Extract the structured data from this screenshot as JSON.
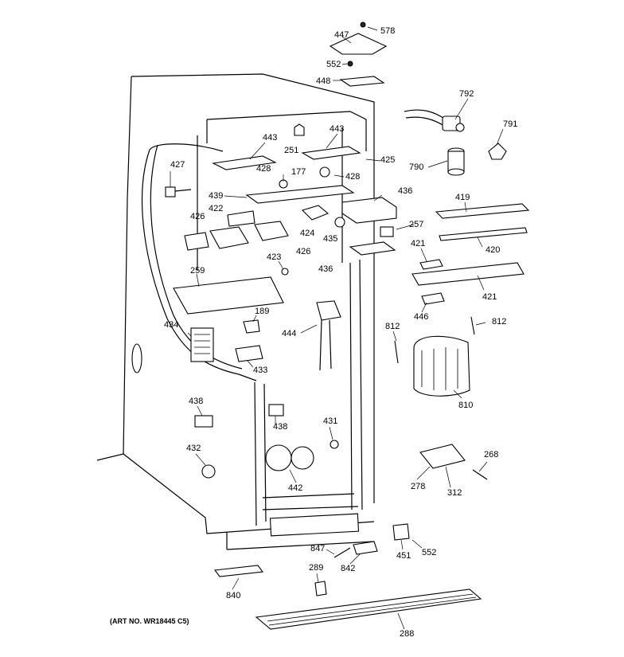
{
  "diagram": {
    "art_number": "(ART NO. WR18445 C5)",
    "callouts": {
      "c578": "578",
      "c447": "447",
      "c552a": "552",
      "c448": "448",
      "c792": "792",
      "c791": "791",
      "c790": "790",
      "c443a": "443",
      "c443b": "443",
      "c251": "251",
      "c425": "425",
      "c428a": "428",
      "c177": "177",
      "c428b": "428",
      "c427": "427",
      "c439": "439",
      "c436a": "436",
      "c422": "422",
      "c426a": "426",
      "c424": "424",
      "c435": "435",
      "c257": "257",
      "c426b": "426",
      "c436b": "436",
      "c419": "419",
      "c420": "420",
      "c421a": "421",
      "c421b": "421",
      "c423": "423",
      "c259": "259",
      "c446": "446",
      "c189": "189",
      "c434": "434",
      "c444": "444",
      "c812a": "812",
      "c812b": "812",
      "c433": "433",
      "c810": "810",
      "c438a": "438",
      "c438b": "438",
      "c431": "431",
      "c432": "432",
      "c442": "442",
      "c268": "268",
      "c278": "278",
      "c312": "312",
      "c847": "847",
      "c451": "451",
      "c552b": "552",
      "c842": "842",
      "c289": "289",
      "c840": "840",
      "c288": "288"
    }
  }
}
